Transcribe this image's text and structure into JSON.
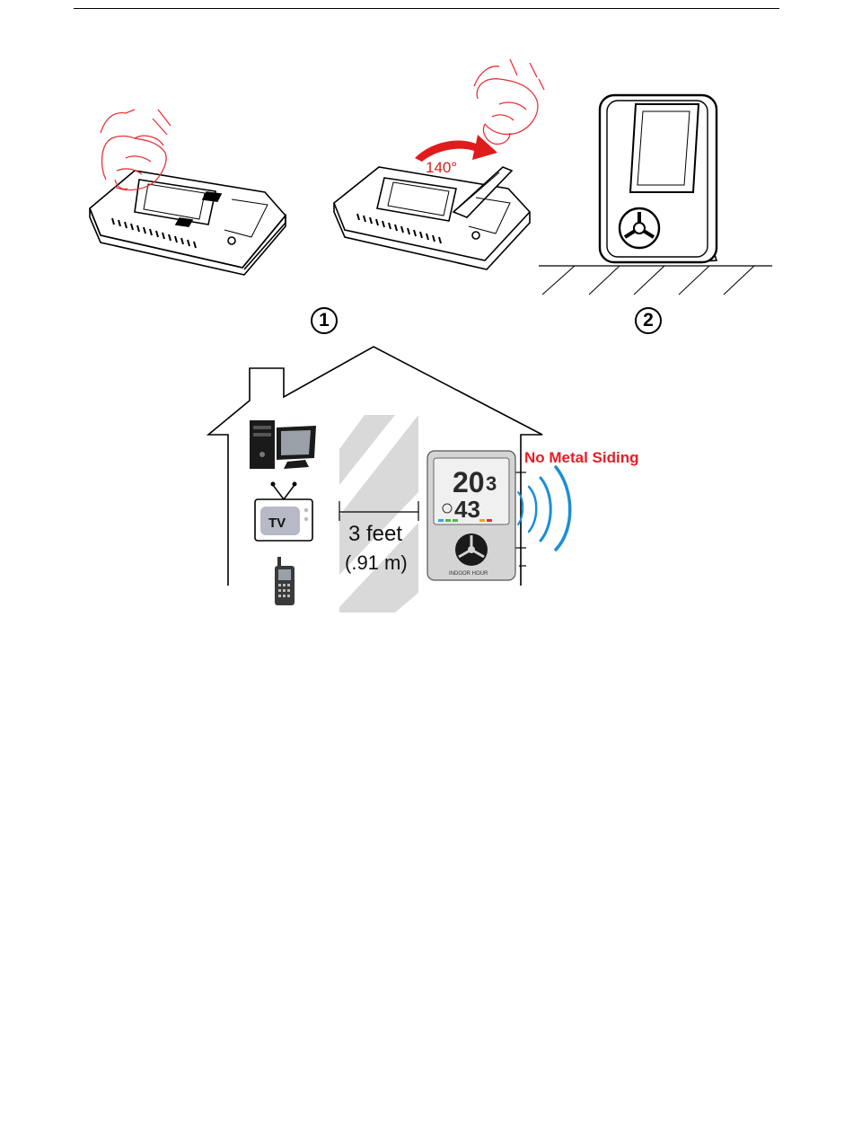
{
  "illustration_top": {
    "rotation_angle": "140°",
    "step1_number": "1",
    "step2_number": "2"
  },
  "illustration_bottom": {
    "tv_label": "TV",
    "distance_line1": "3 feet",
    "distance_line2": "(.91 m)",
    "warning": "No Metal Siding",
    "display_temp": "20",
    "display_temp_decimal": "3",
    "display_humidity": "43",
    "display_brand": "INDOOR HOUR"
  },
  "colors": {
    "hand_red": "#e8333a",
    "arrow_red": "#e01b1b",
    "warning_red": "#e61e25",
    "signal_blue": "#1a8fd6"
  }
}
